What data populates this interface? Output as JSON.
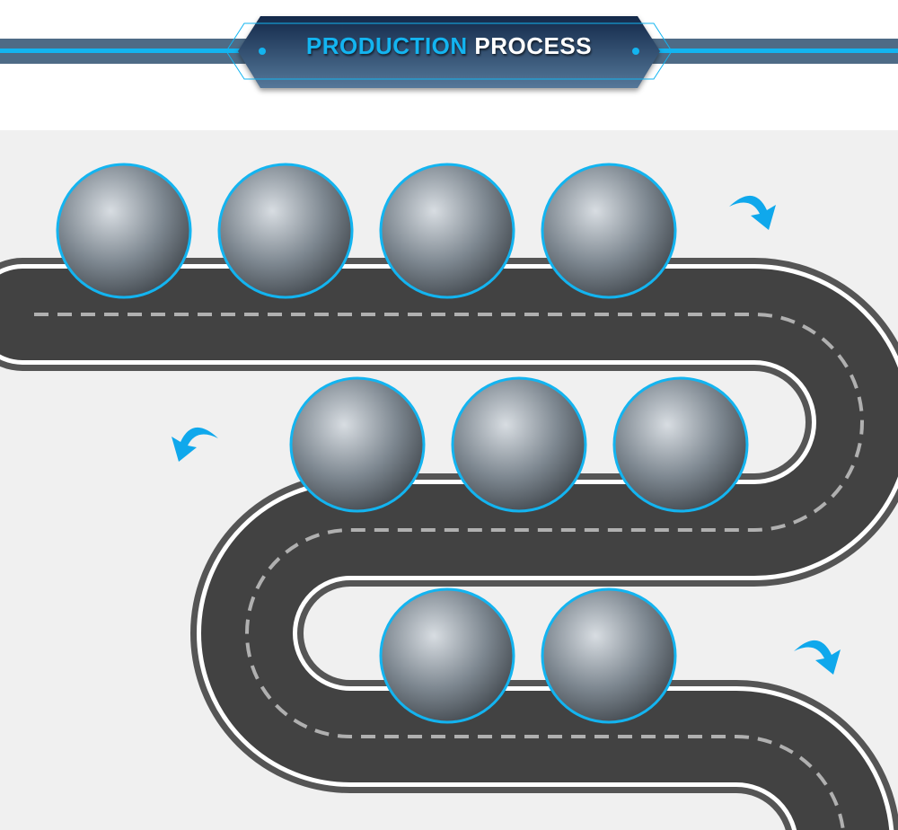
{
  "header": {
    "title_part1": "PRODUCTION",
    "title_part2": "PROCESS"
  },
  "colors": {
    "accent": "#13b4f0",
    "banner_dark": "#1a3050",
    "road": "#424242",
    "background": "#f0f0f0"
  },
  "photo_steps": 9
}
